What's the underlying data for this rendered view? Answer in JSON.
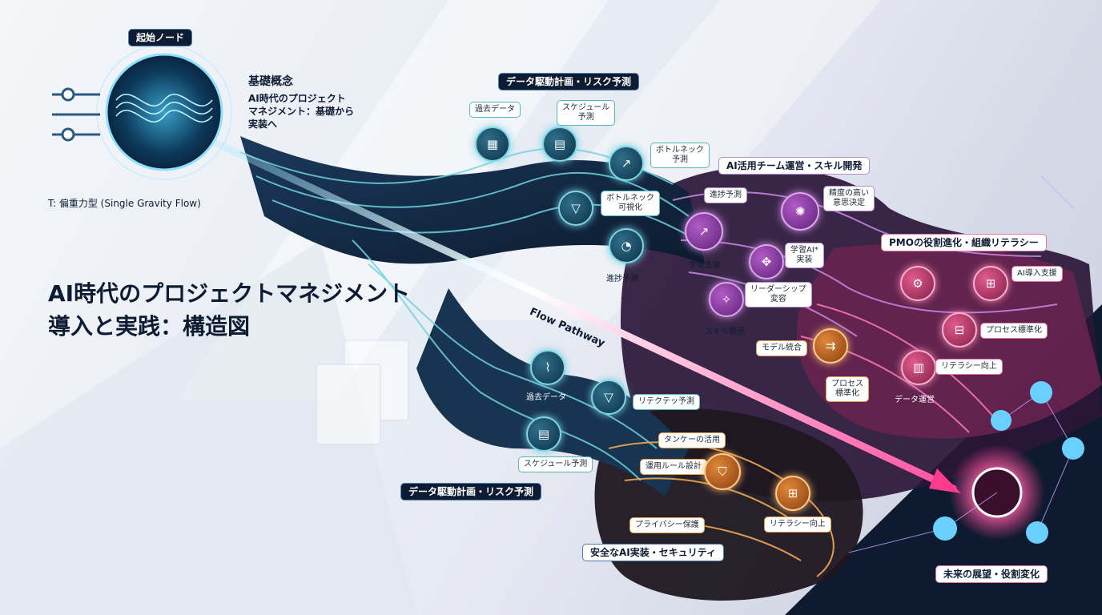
{
  "start_node": {
    "badge": "起始ノード"
  },
  "concept": {
    "heading": "基礎概念",
    "line1": "AI時代のプロジェクト",
    "line2": "マネジメント：基礎から",
    "line3": "実装へ"
  },
  "flow_type": "T: 偏重力型 (Single Gravity Flow)",
  "main_title": {
    "line1": "AI時代のプロジェクトマネジメント",
    "line2": "導入と実践：構造図"
  },
  "pathway_label": "Flow Pathway",
  "sections": {
    "data_top": "データ駆動計画・リスク予測",
    "data_bottom": "データ駆動計画・リスク予測",
    "team": "AI活用チーム運営・スキル開発",
    "pmo": "PMOの役割進化・組織リテラシー",
    "security": "安全なAI実装・セキュリティ",
    "future": "未来の展望・役割変化"
  },
  "nodes_data_top": {
    "past_data": "過去データ",
    "schedule": "スケジュール\n予測",
    "bottleneck_predict": "ボトルネック\n予測",
    "bottleneck_visual": "ボトルネック\n可視化",
    "progress": "進捗予測"
  },
  "nodes_team": {
    "progress": "進捗予測",
    "decision": "精度の高い\n意思決定",
    "learning_support": "学習支援",
    "learning_ai": "学習AI*\n実装",
    "leadership": "リーダーシップ\n変容",
    "skill_dev": "スキル開発"
  },
  "nodes_pmo": {
    "ai_support": "AI導入支援",
    "process_std": "プロセス標準化",
    "literacy": "リテラシー向上",
    "data_ops": "データ運営",
    "model_integration": "モデル統合",
    "process_std2": "プロセス\n標準化"
  },
  "nodes_data_bottom": {
    "past_data": "過去データ",
    "retech": "リテクテッ予測",
    "schedule": "スケジュール予測"
  },
  "nodes_security": {
    "tanker": "タンケーの活用",
    "rule_design": "運用ルール設計",
    "privacy": "プライバシー保護",
    "literacy": "リテラシー向上"
  },
  "colors": {
    "teal": "#58b6c2",
    "purple": "#b58ad6",
    "orange": "#e7a04a",
    "pink": "#ff5fa0",
    "navy": "#0e1c33"
  }
}
